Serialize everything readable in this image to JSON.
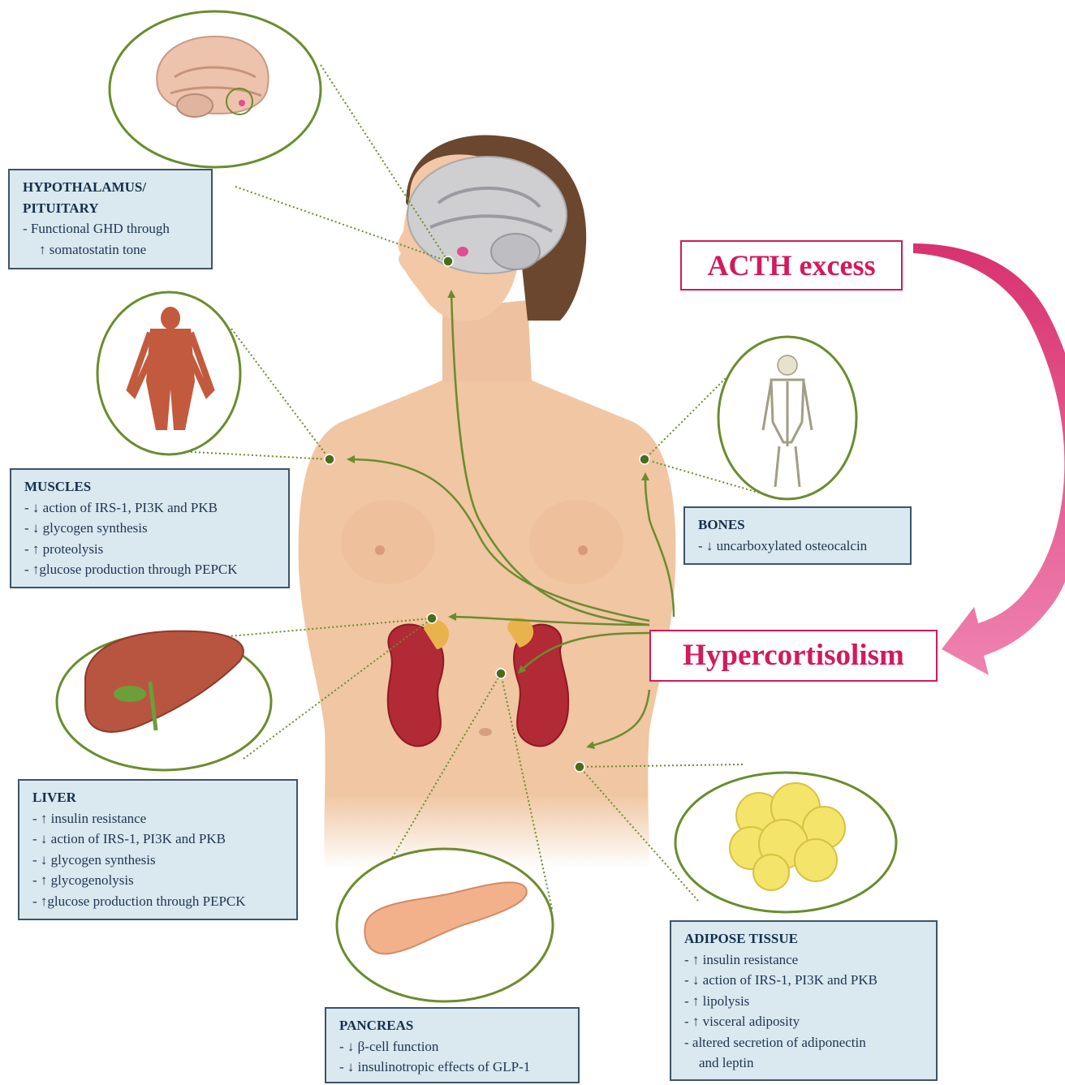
{
  "central": {
    "cause": "ACTH excess",
    "condition": "Hypercortisolism"
  },
  "colors": {
    "accent": "#d21a5d",
    "arrow": "#6b8c2e",
    "box_fill": "#dae8ef",
    "box_border": "#3d5468",
    "skin": "#f2c9a6"
  },
  "organs": {
    "hypothalamus": {
      "title_line1": "HYPOTHALAMUS/",
      "title_line2": "PITUITARY",
      "items": [
        "-  Functional GHD through",
        "↑ somatostatin tone"
      ]
    },
    "muscles": {
      "title": "MUSCLES",
      "items": [
        "-  ↓ action of IRS-1, PI3K and PKB",
        "-  ↓ glycogen synthesis",
        "-  ↑ proteolysis",
        "-  ↑glucose production through PEPCK"
      ]
    },
    "bones": {
      "title": "BONES",
      "items": [
        "-  ↓ uncarboxylated osteocalcin"
      ]
    },
    "liver": {
      "title": "LIVER",
      "items": [
        "-  ↑ insulin resistance",
        "-  ↓ action of IRS-1, PI3K and PKB",
        "-  ↓ glycogen synthesis",
        "-  ↑ glycogenolysis",
        "-  ↑glucose production through PEPCK"
      ]
    },
    "adipose": {
      "title": "ADIPOSE TISSUE",
      "items": [
        "-  ↑ insulin resistance",
        "-  ↓ action of IRS-1, PI3K and PKB",
        "-  ↑ lipolysis",
        "-  ↑ visceral adiposity",
        "-  altered secretion of adiponectin",
        "and leptin"
      ]
    },
    "pancreas": {
      "title": "PANCREAS",
      "items": [
        "-  ↓ β-cell function",
        "-  ↓ insulinotropic effects of GLP-1"
      ]
    }
  }
}
